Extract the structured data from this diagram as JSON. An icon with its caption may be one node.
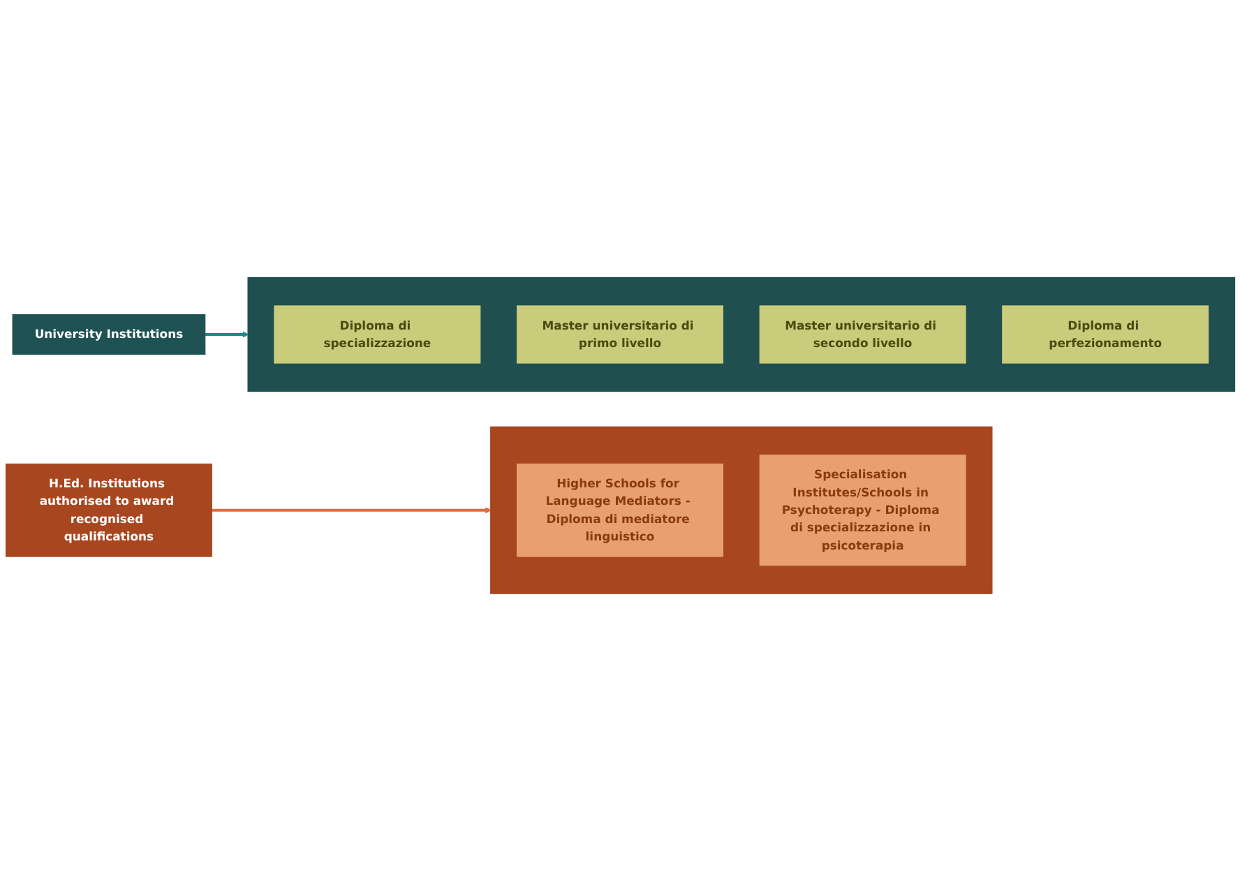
{
  "diagram": {
    "nodes": [
      {
        "text": [
          "University Institutions"
        ]
      },
      {
        "text": [],
        "shape": "box"
      },
      {
        "text": [
          "Diploma di specializzazione"
        ],
        "in": 1
      },
      {
        "text": [
          "Master universitario di primo livello"
        ],
        "in": 1
      },
      {
        "text": [
          "Master universitario di secondo livello"
        ],
        "in": 1
      },
      {
        "text": [
          "Diploma di perfezionamento"
        ],
        "in": 1
      },
      {
        "text": [
          "H.Ed. Institutions authorised to award recognised qualifications"
        ]
      },
      {
        "text": [],
        "shape": "box"
      },
      {
        "text": [
          "Higher Schools for Language Mediators - Diploma di mediatore linguistico"
        ],
        "in": 7
      },
      {
        "text": [
          "Specialisation Institutes/Schools in Psychoterapy - Diploma di specializzazione in psicoterapia"
        ],
        "in": 7
      }
    ],
    "edges": [
      {
        "from": 0,
        "to": 1,
        "arrow": "to",
        "color": "#1a8a88"
      },
      {
        "from": 6,
        "to": 7,
        "arrow": "to",
        "color": "#e06a3c"
      }
    ]
  }
}
